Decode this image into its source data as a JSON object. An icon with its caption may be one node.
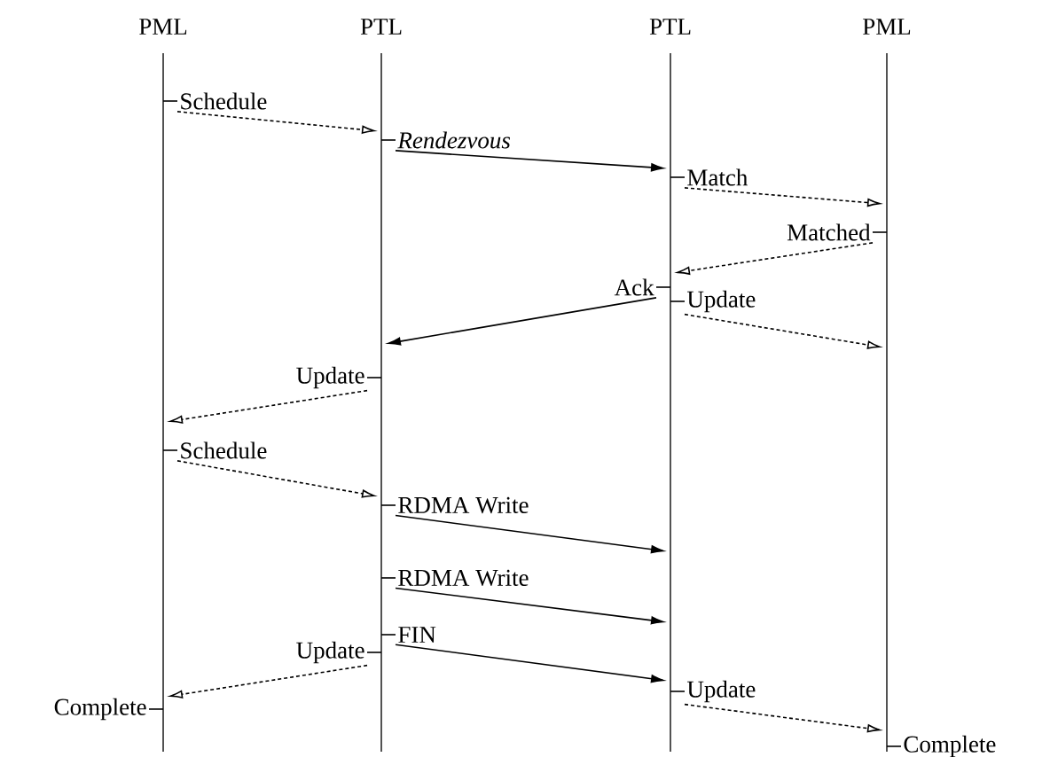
{
  "diagram": {
    "nodes": [
      {
        "text": [
          "PML"
        ]
      },
      {
        "text": [
          "PTL"
        ]
      },
      {
        "text": [
          "PTL"
        ]
      },
      {
        "text": [
          "PML"
        ]
      },
      {
        "text": [
          "Schedule"
        ]
      },
      {
        "text": [
          "Rendezvous"
        ]
      },
      {
        "text": [
          "Match"
        ]
      },
      {
        "text": [
          "Matched"
        ]
      },
      {
        "text": [
          "Ack"
        ]
      },
      {
        "text": [
          "Update"
        ]
      },
      {
        "text": [
          "Update"
        ]
      },
      {
        "text": [
          "Schedule"
        ]
      },
      {
        "text": [
          "RDMA Write"
        ]
      },
      {
        "text": [
          "RDMA Write"
        ]
      },
      {
        "text": [
          "FIN"
        ]
      },
      {
        "text": [
          "Update"
        ]
      },
      {
        "text": [
          "Update"
        ]
      }
    ],
    "edges": [
      {
        "from": 4,
        "to": 1,
        "arrow": "to",
        "style": "dashed"
      },
      {
        "from": 5,
        "to": 2,
        "arrow": "to"
      },
      {
        "from": 6,
        "to": 3,
        "arrow": "to",
        "style": "dashed"
      },
      {
        "from": 7,
        "to": 2,
        "arrow": "to",
        "style": "dashed"
      },
      {
        "from": 8,
        "to": 1,
        "arrow": "to"
      },
      {
        "from": 9,
        "to": 3,
        "arrow": "to",
        "style": "dashed"
      },
      {
        "from": 10,
        "to": 0,
        "arrow": "to",
        "style": "dashed"
      },
      {
        "from": 11,
        "to": 1,
        "arrow": "to",
        "style": "dashed"
      },
      {
        "from": 12,
        "to": 2,
        "arrow": "to"
      },
      {
        "from": 13,
        "to": 2,
        "arrow": "to"
      },
      {
        "from": 14,
        "to": 2,
        "arrow": "to"
      },
      {
        "from": 15,
        "to": 0,
        "arrow": "to",
        "style": "dashed"
      },
      {
        "from": 16,
        "to": 3,
        "arrow": "to",
        "style": "dashed"
      }
    ],
    "labels": [
      "Complete",
      "Complete"
    ]
  }
}
